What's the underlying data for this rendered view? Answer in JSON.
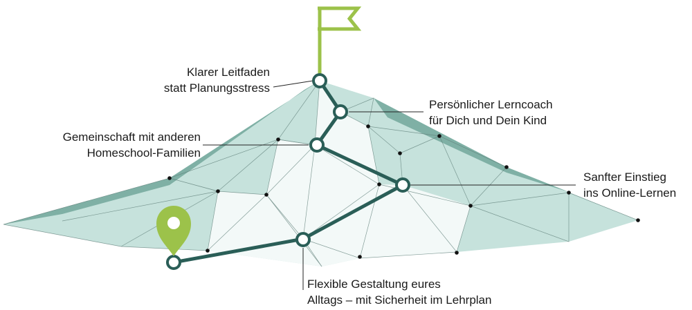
{
  "labels": {
    "leitfaden": {
      "line1": "Klarer Leitfaden",
      "line2": "statt Planungsstress"
    },
    "lerncoach": {
      "line1": "Persönlicher Lerncoach",
      "line2": "für Dich und Dein Kind"
    },
    "gemeinschaft": {
      "line1": "Gemeinschaft mit anderen",
      "line2": "Homeschool-Familien"
    },
    "einstieg": {
      "line1": "Sanfter Einstieg",
      "line2": "ins Online-Lernen"
    },
    "gestaltung": {
      "line1": "Flexible Gestaltung eures",
      "line2": "Alltags – mit Sicherheit im Lehrplan"
    }
  },
  "colors": {
    "mountain_light": "#c6e2dc",
    "mountain_shadow": "#7fb0a5",
    "mountain_face": "#f3f9f8",
    "path": "#2a5e57",
    "flag_pin": "#9cc24a",
    "text": "#1a1a1a"
  },
  "icons": {
    "flag": "flag-icon",
    "start": "location-pin-icon"
  }
}
